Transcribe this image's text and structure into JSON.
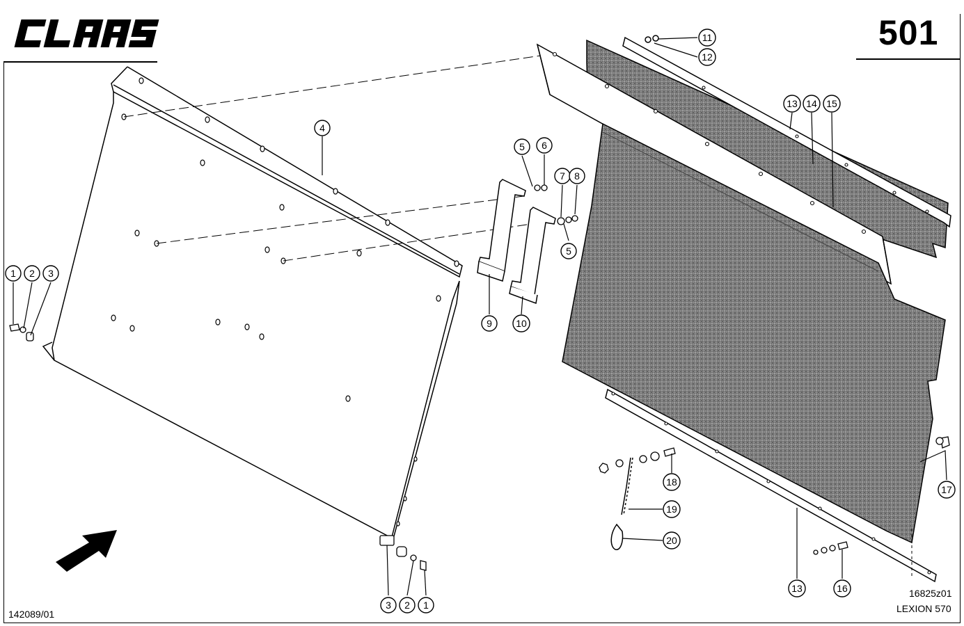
{
  "header": {
    "brand": "CLAAS",
    "page_number": "501"
  },
  "footer": {
    "drawing_ref": "142089/01",
    "figure_code": "16825z01",
    "model": "LEXION 570"
  },
  "callouts": [
    {
      "id": "c1a",
      "label": "1"
    },
    {
      "id": "c2a",
      "label": "2"
    },
    {
      "id": "c3a",
      "label": "3"
    },
    {
      "id": "c4",
      "label": "4"
    },
    {
      "id": "c5a",
      "label": "5"
    },
    {
      "id": "c6",
      "label": "6"
    },
    {
      "id": "c7",
      "label": "7"
    },
    {
      "id": "c8",
      "label": "8"
    },
    {
      "id": "c5b",
      "label": "5"
    },
    {
      "id": "c9",
      "label": "9"
    },
    {
      "id": "c10",
      "label": "10"
    },
    {
      "id": "c11",
      "label": "11"
    },
    {
      "id": "c12",
      "label": "12"
    },
    {
      "id": "c13a",
      "label": "13"
    },
    {
      "id": "c14",
      "label": "14"
    },
    {
      "id": "c15",
      "label": "15"
    },
    {
      "id": "c17",
      "label": "17"
    },
    {
      "id": "c18",
      "label": "18"
    },
    {
      "id": "c19",
      "label": "19"
    },
    {
      "id": "c20",
      "label": "20"
    },
    {
      "id": "c13b",
      "label": "13"
    },
    {
      "id": "c16",
      "label": "16"
    },
    {
      "id": "c3b",
      "label": "3"
    },
    {
      "id": "c2b",
      "label": "2"
    },
    {
      "id": "c1b",
      "label": "1"
    }
  ]
}
